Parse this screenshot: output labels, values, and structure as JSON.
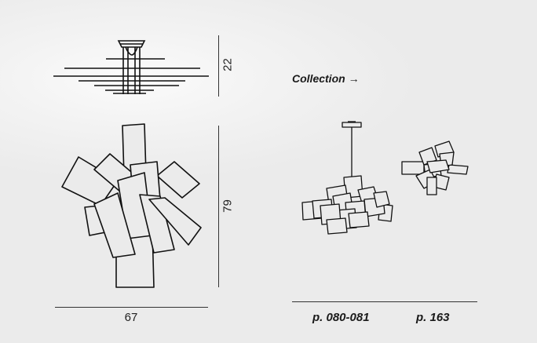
{
  "dimensions": {
    "height_top": "22",
    "height_main": "79",
    "width_main": "67"
  },
  "collection": {
    "label": "Collection",
    "arrow": "→"
  },
  "pages": {
    "ref1": "p. 080-081",
    "ref2": "p. 163"
  },
  "icons": {
    "ceiling": "ceiling-lamp-side-view-icon",
    "front": "lamp-front-view-icon",
    "suspension": "suspension-lamp-icon",
    "wall": "wall-lamp-icon"
  }
}
